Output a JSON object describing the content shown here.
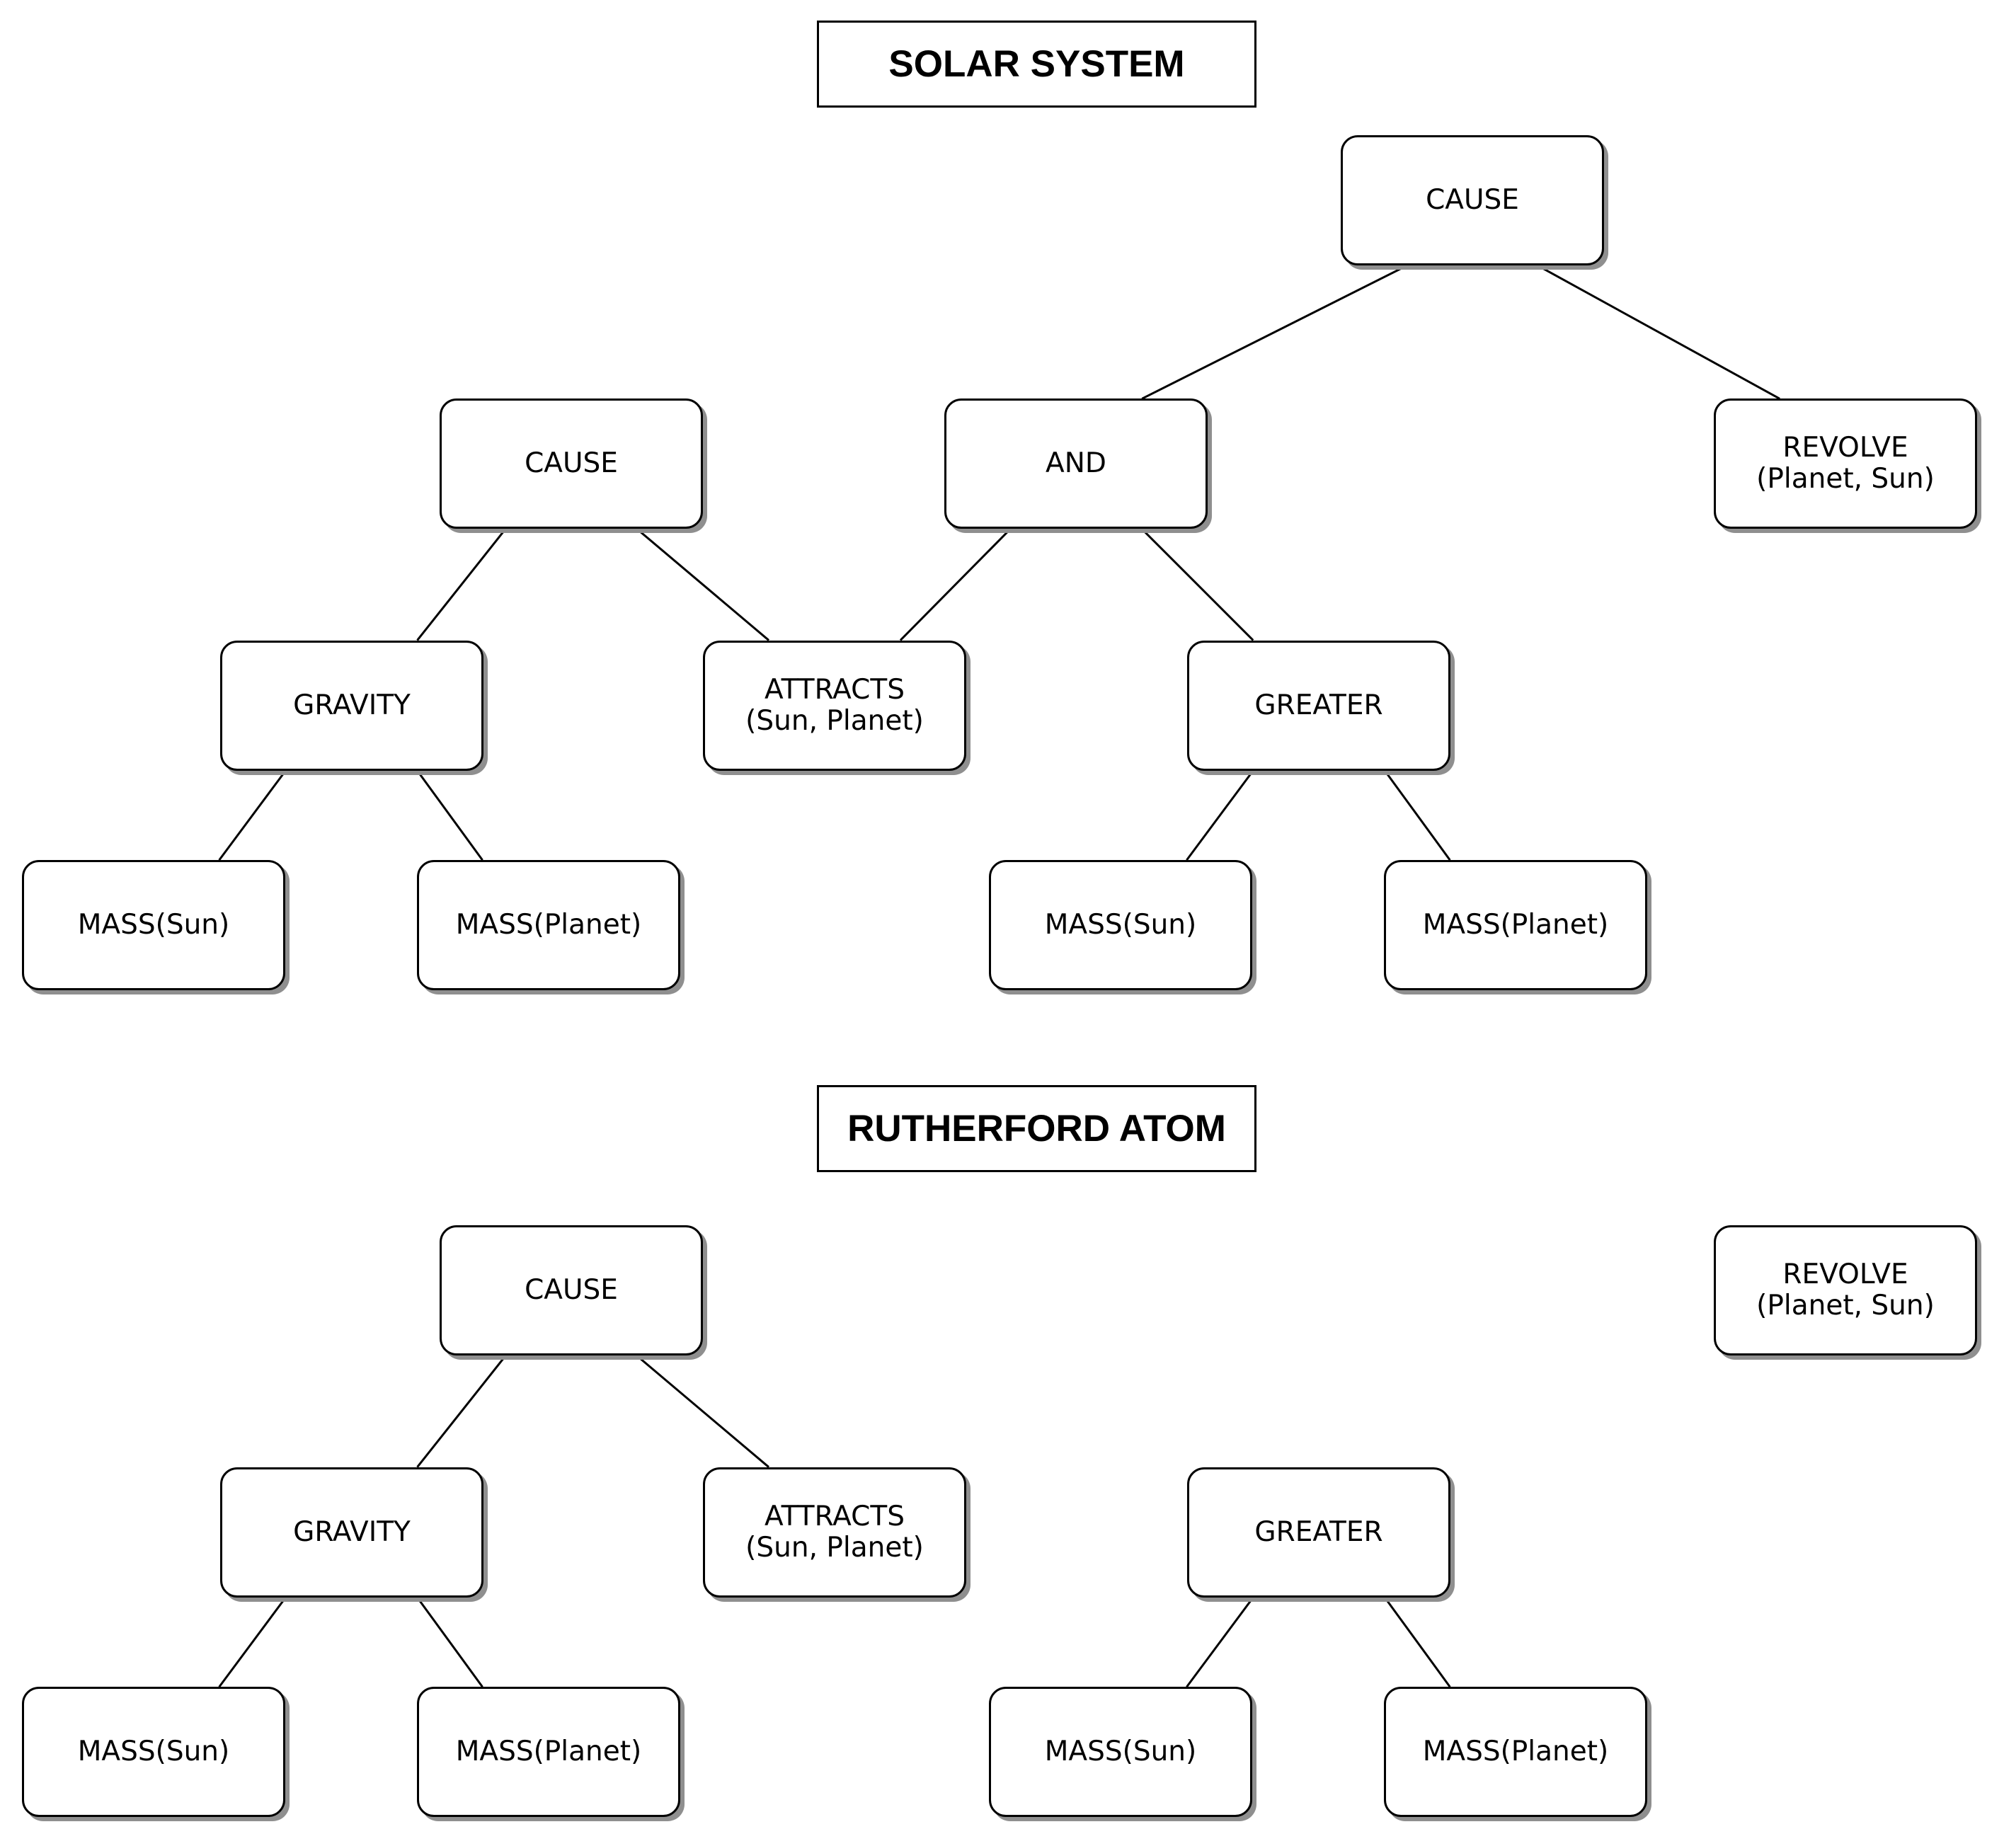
{
  "diagrams": [
    {
      "title": "SOLAR SYSTEM",
      "nodes": {
        "cause_top": "CAUSE",
        "cause_left": "CAUSE",
        "and": "AND",
        "revolve": "REVOLVE\n(Planet, Sun)",
        "gravity": "GRAVITY",
        "attracts": "ATTRACTS\n(Sun, Planet)",
        "greater": "GREATER",
        "mass_sun_1": "MASS(Sun)",
        "mass_planet_1": "MASS(Planet)",
        "mass_sun_2": "MASS(Sun)",
        "mass_planet_2": "MASS(Planet)"
      },
      "edges": [
        [
          "cause_top",
          "and"
        ],
        [
          "cause_top",
          "revolve"
        ],
        [
          "cause_left",
          "gravity"
        ],
        [
          "cause_left",
          "attracts"
        ],
        [
          "and",
          "attracts"
        ],
        [
          "and",
          "greater"
        ],
        [
          "gravity",
          "mass_sun_1"
        ],
        [
          "gravity",
          "mass_planet_1"
        ],
        [
          "greater",
          "mass_sun_2"
        ],
        [
          "greater",
          "mass_planet_2"
        ]
      ]
    },
    {
      "title": "RUTHERFORD ATOM",
      "nodes": {
        "cause_left": "CAUSE",
        "revolve": "REVOLVE\n(Planet, Sun)",
        "gravity": "GRAVITY",
        "attracts": "ATTRACTS\n(Sun, Planet)",
        "greater": "GREATER",
        "mass_sun_1": "MASS(Sun)",
        "mass_planet_1": "MASS(Planet)",
        "mass_sun_2": "MASS(Sun)",
        "mass_planet_2": "MASS(Planet)"
      },
      "edges": [
        [
          "cause_left",
          "gravity"
        ],
        [
          "cause_left",
          "attracts"
        ],
        [
          "gravity",
          "mass_sun_1"
        ],
        [
          "gravity",
          "mass_planet_1"
        ],
        [
          "greater",
          "mass_sun_2"
        ],
        [
          "greater",
          "mass_planet_2"
        ]
      ]
    }
  ]
}
